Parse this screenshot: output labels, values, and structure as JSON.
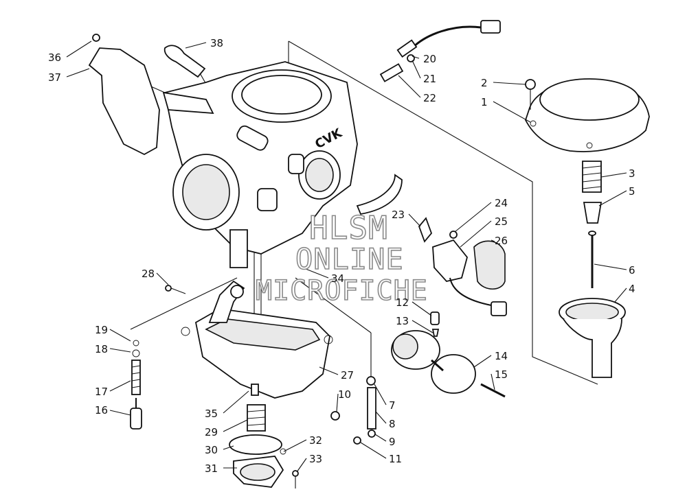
{
  "watermark": {
    "line1": "HLSM",
    "line2": "ONLINE",
    "line3": "MICROFICHE"
  },
  "body_marking": "CVK",
  "callouts": [
    "1",
    "2",
    "3",
    "4",
    "5",
    "6",
    "7",
    "8",
    "9",
    "10",
    "11",
    "12",
    "13",
    "14",
    "15",
    "16",
    "17",
    "18",
    "19",
    "20",
    "21",
    "22",
    "23",
    "24",
    "25",
    "26",
    "27",
    "28",
    "29",
    "30",
    "31",
    "32",
    "33",
    "34",
    "35",
    "36",
    "37",
    "38"
  ],
  "colors": {
    "ink": "#111111",
    "watermark": "#8a8a8a",
    "paper": "#ffffff"
  }
}
